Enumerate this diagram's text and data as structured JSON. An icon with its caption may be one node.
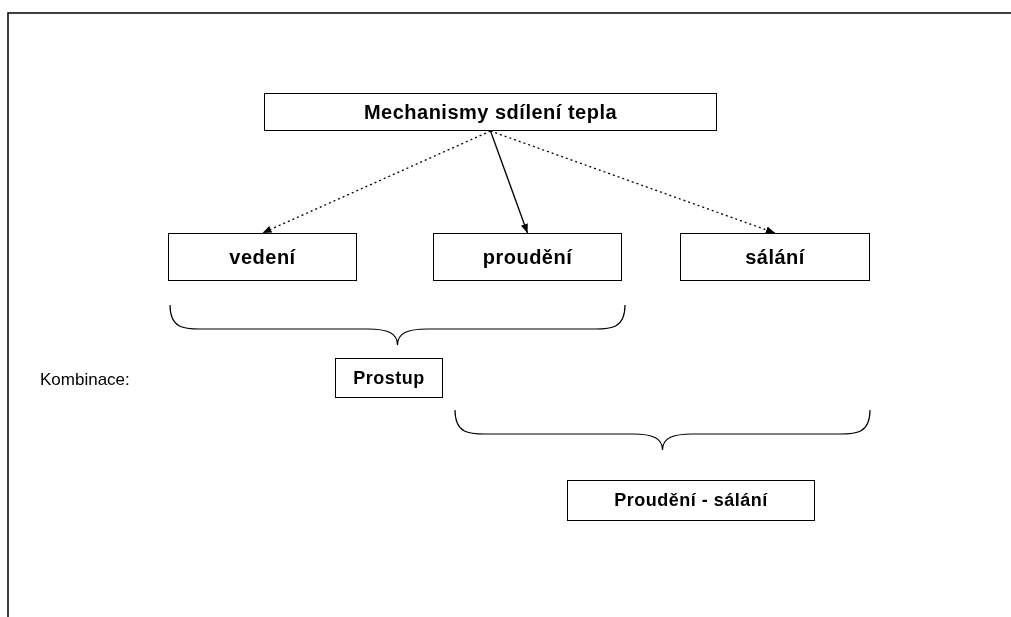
{
  "diagram": {
    "nodes": [
      {
        "text": [
          "Mechanismy sdílení tepla"
        ]
      },
      {
        "text": [
          "vedení"
        ]
      },
      {
        "text": [
          "proudění"
        ]
      },
      {
        "text": [
          "sálání"
        ]
      },
      {
        "text": [
          "Prostup"
        ]
      },
      {
        "text": [
          "Proudění - sálání"
        ]
      }
    ],
    "edges": [
      {
        "from": 0,
        "to": 1,
        "arrow": "to",
        "style": "dashed"
      },
      {
        "from": 0,
        "to": 2,
        "arrow": "to"
      },
      {
        "from": 0,
        "to": 3,
        "arrow": "to",
        "style": "dashed"
      }
    ],
    "labels": [
      "Kombinace:"
    ]
  }
}
